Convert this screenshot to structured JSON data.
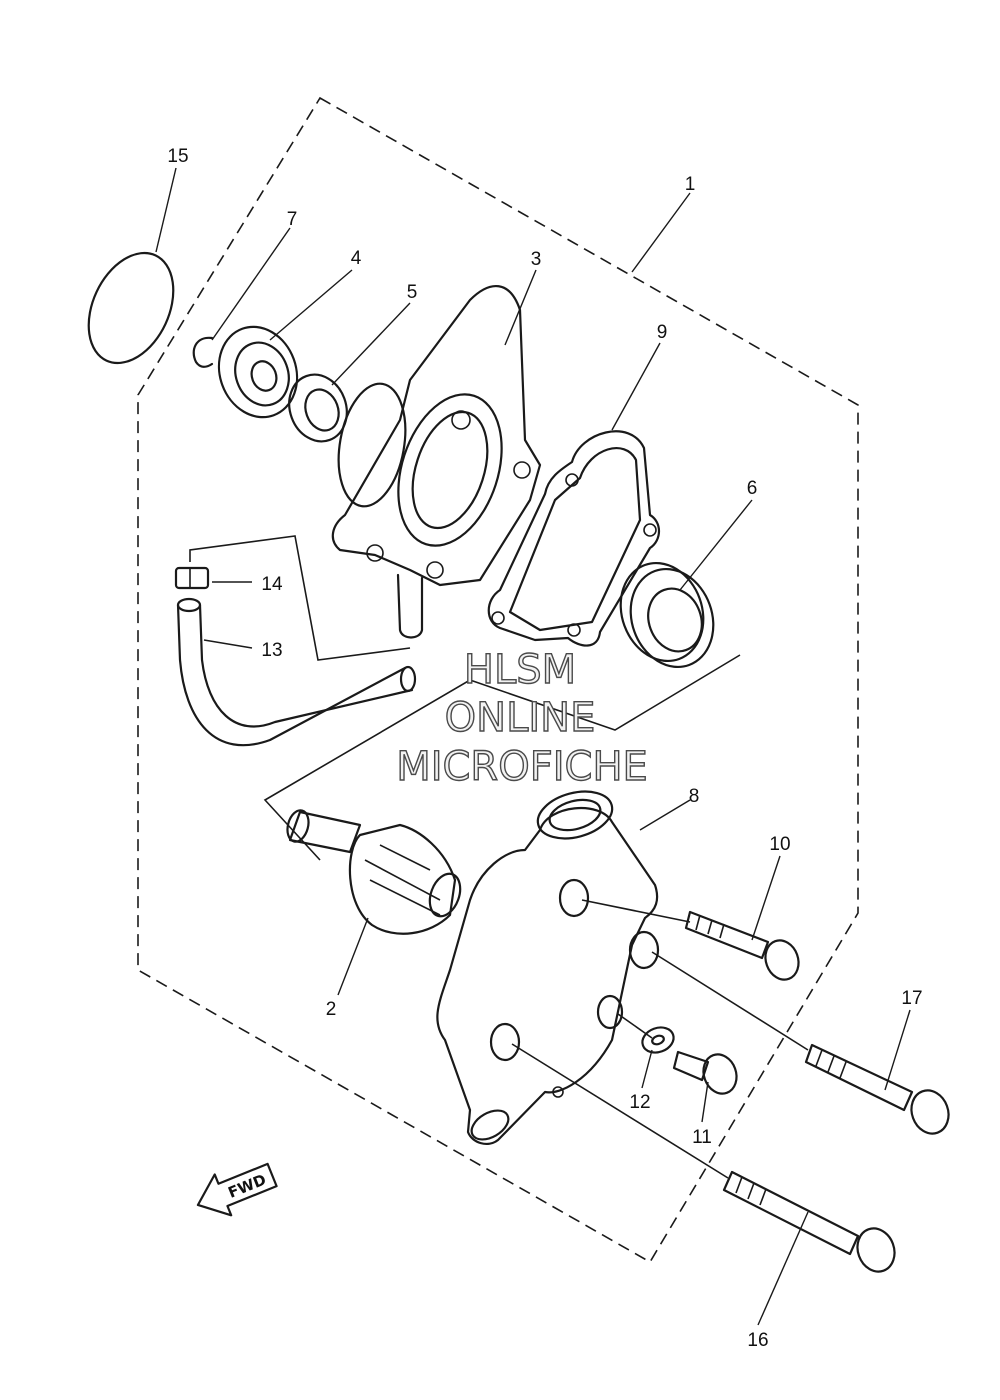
{
  "diagram": {
    "callouts": {
      "c1": "1",
      "c2": "2",
      "c3": "3",
      "c4": "4",
      "c5": "5",
      "c6": "6",
      "c7": "7",
      "c8": "8",
      "c9": "9",
      "c10": "10",
      "c11": "11",
      "c12": "12",
      "c13": "13",
      "c14": "14",
      "c15": "15",
      "c16": "16",
      "c17": "17"
    },
    "direction_arrow": "FWD",
    "watermark": {
      "line1": "HLSM",
      "line2": "ONLINE",
      "line3": "MICROFICHE"
    }
  }
}
